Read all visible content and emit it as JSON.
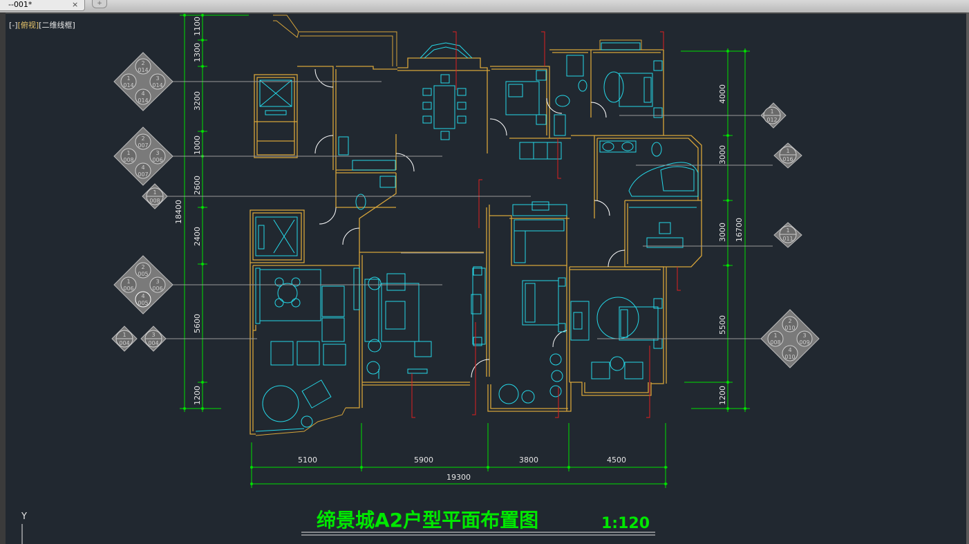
{
  "tab": {
    "title": "--001*",
    "close_glyph": "×",
    "new_tab_glyph": "+"
  },
  "view_controls": {
    "minus": "[-]",
    "view": "[俯视]",
    "style": "[二维线框]"
  },
  "colors": {
    "background": "#212830",
    "wall": "#d7a53a",
    "furniture": "#25d8e8",
    "dimension": "#00e000",
    "marker": "#a7a7a7",
    "accent_red": "#e02020"
  },
  "dimensions": {
    "left": [
      "1100",
      "1300",
      "3200",
      "1000",
      "2600",
      "2400",
      "5600",
      "1200"
    ],
    "left_total": "18400",
    "right": [
      "4000",
      "3000",
      "3000",
      "5500",
      "1200"
    ],
    "right_total": "16700",
    "bottom": [
      "5100",
      "5900",
      "3800",
      "4500"
    ],
    "bottom_total": "19300"
  },
  "markers": {
    "m014": {
      "n1": "2",
      "s1": "014",
      "n2": "1",
      "s2": "014",
      "n3": "3",
      "s3": "014",
      "n4": "4",
      "s4": "014"
    },
    "m007": {
      "n1": "2",
      "s1": "007",
      "n2": "1",
      "s2": "008",
      "n3": "3",
      "s3": "006",
      "n4": "4",
      "s4": "007"
    },
    "m008": {
      "n": "1",
      "s": "008"
    },
    "m005": {
      "n1": "2",
      "s1": "005",
      "n2": "1",
      "s2": "006",
      "n3": "3",
      "s3": "006",
      "n4": "4",
      "s4": "005"
    },
    "m004a": {
      "n": "1",
      "s": "004"
    },
    "m004b": {
      "n": "3",
      "s": "004"
    },
    "m012": {
      "n": "1",
      "s": "012"
    },
    "m016": {
      "n": "1",
      "s": "016"
    },
    "m011": {
      "n": "1",
      "s": "011"
    },
    "m010": {
      "n1": "2",
      "s1": "010",
      "n2": "1",
      "s2": "008",
      "n3": "3",
      "s3": "009",
      "n4": "4",
      "s4": "010"
    }
  },
  "drawing_title": "缔景城A2户型平面布置图",
  "drawing_scale": "1:120",
  "ucs_y": "Y"
}
